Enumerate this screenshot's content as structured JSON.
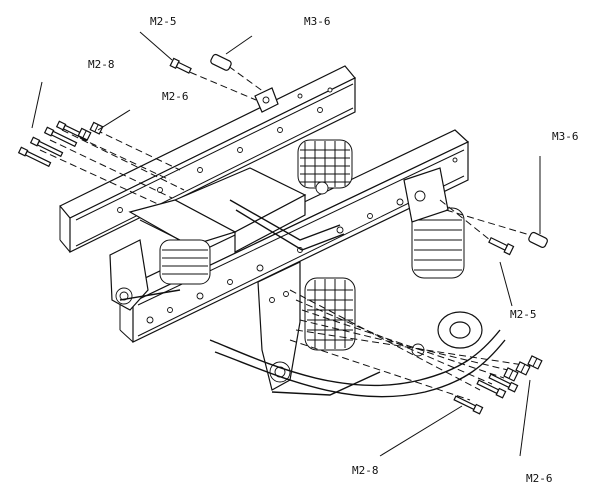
{
  "labels": {
    "top_m2_5": "M2-5",
    "top_m3_6": "M3-6",
    "top_m2_8": "M2-8",
    "top_m2_6": "M2-6",
    "right_m3_6": "M3-6",
    "right_m2_5": "M2-5",
    "bottom_m2_8": "M2-8",
    "bottom_m2_6": "M2-6"
  }
}
